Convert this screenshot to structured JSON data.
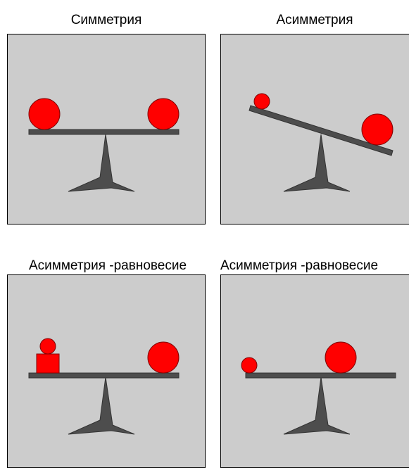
{
  "panels": [
    {
      "caption": "Симметрия"
    },
    {
      "caption": "Асимметрия"
    },
    {
      "caption": "Асимметрия -равновесие"
    },
    {
      "caption": "Асимметрия -равновесие"
    }
  ],
  "colors": {
    "panel_background": "#cccccc",
    "beam_and_stand": "#4d4d4d",
    "weight": "#ff0000",
    "weight_stroke": "#800000"
  }
}
